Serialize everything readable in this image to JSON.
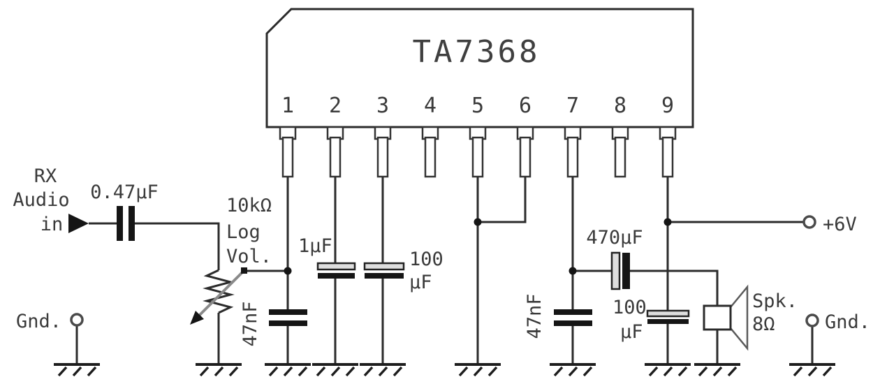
{
  "ic": {
    "label": "TA7368",
    "pins": [
      "1",
      "2",
      "3",
      "4",
      "5",
      "6",
      "7",
      "8",
      "9"
    ]
  },
  "input": {
    "line1": "RX",
    "line2": "Audio",
    "line3": "in",
    "cap_label": "0.47µF"
  },
  "pot": {
    "value": "10kΩ",
    "taper": "Log",
    "function": "Vol."
  },
  "caps": {
    "c47n_left": "47nF",
    "c1u": "1µF",
    "c100u_mid_line1": "100",
    "c100u_mid_line2": "µF",
    "c47n_right": "47nF",
    "c470u": "470µF",
    "c100u_supply_line1": "100",
    "c100u_supply_line2": "µF"
  },
  "speaker": {
    "line1": "Spk.",
    "line2": "8Ω"
  },
  "supply": {
    "label": "+6V"
  },
  "ground": {
    "left": "Gnd.",
    "right": "Gnd."
  },
  "colors": {
    "ink": "#2b2b2b",
    "text": "#3a3a3a",
    "background": "#ffffff"
  }
}
